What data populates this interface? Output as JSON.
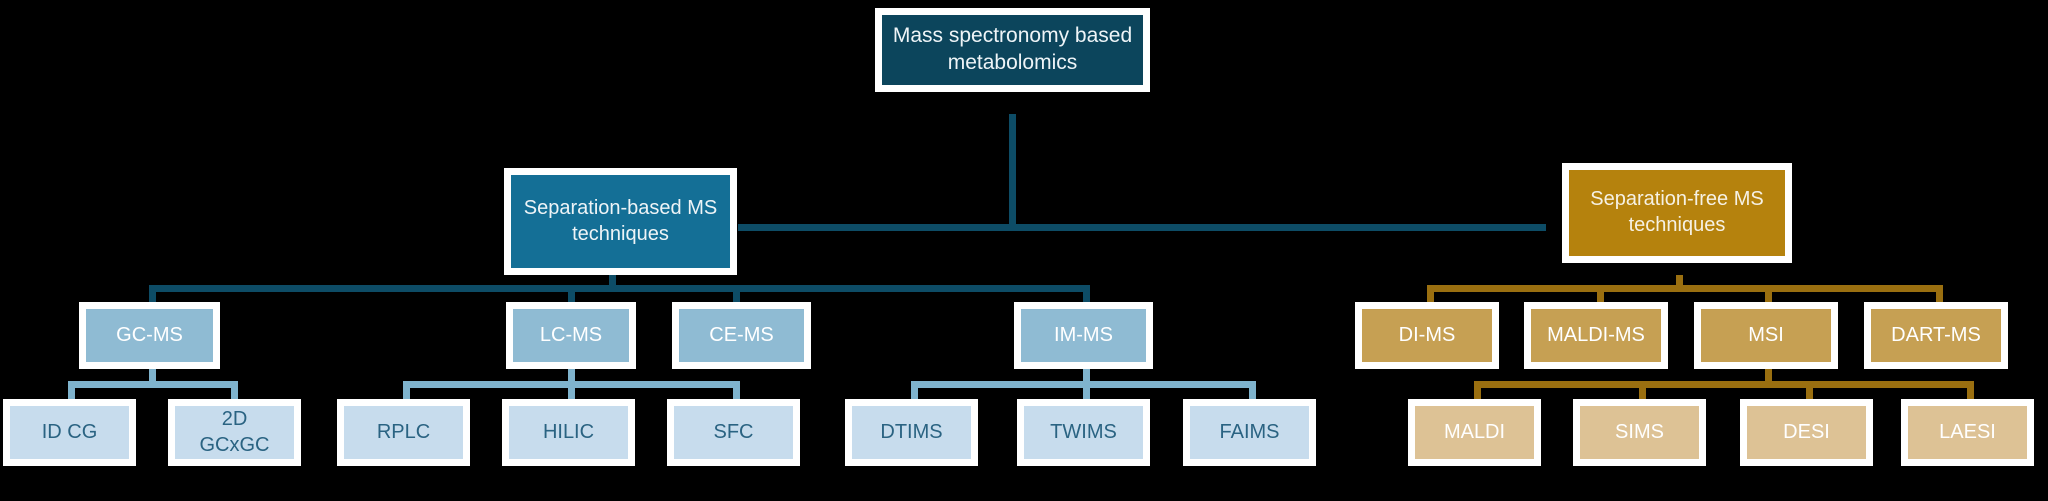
{
  "diagram": {
    "title_node": {
      "label": "Mass spectronomy based\nmetabolomics",
      "color": "#0c455c"
    },
    "branches": [
      {
        "key": "separation_based",
        "label": "Separation-based MS\ntechniques",
        "color": "#146f96",
        "children": [
          {
            "label": "GC-MS",
            "color": "#8FBBD3",
            "children": [
              {
                "label": "ID CG",
                "color": "#c7dced"
              },
              {
                "label": "2D\nGCxGC",
                "color": "#c7dced"
              }
            ]
          },
          {
            "label": "LC-MS",
            "color": "#8FBBD3",
            "children": [
              {
                "label": "RPLC",
                "color": "#c7dced"
              },
              {
                "label": "HILIC",
                "color": "#c7dced"
              },
              {
                "label": "SFC",
                "color": "#c7dced"
              }
            ]
          },
          {
            "label": "CE-MS",
            "color": "#8FBBD3",
            "children": []
          },
          {
            "label": "IM-MS",
            "color": "#8FBBD3",
            "children": [
              {
                "label": "DTIMS",
                "color": "#c7dced"
              },
              {
                "label": "TWIMS",
                "color": "#c7dced"
              },
              {
                "label": "FAIMS",
                "color": "#c7dced"
              }
            ]
          }
        ]
      },
      {
        "key": "separation_free",
        "label": "Separation-free MS\ntechniques",
        "color": "#b5820d",
        "children": [
          {
            "label": "DI-MS",
            "color": "#c6a053",
            "children": []
          },
          {
            "label": "MALDI-MS",
            "color": "#c6a053",
            "children": []
          },
          {
            "label": "MSI",
            "color": "#c6a053",
            "children": [
              {
                "label": "MALDI",
                "color": "#ddc295"
              },
              {
                "label": "SIMS",
                "color": "#ddc295"
              },
              {
                "label": "DESI",
                "color": "#ddc295"
              },
              {
                "label": "LAESI",
                "color": "#ddc295"
              }
            ]
          },
          {
            "label": "DART-MS",
            "color": "#c6a053",
            "children": []
          }
        ]
      }
    ],
    "palette": {
      "background": "#000000",
      "root_fill": "#0c455c",
      "blue_l2_fill": "#146f96",
      "blue_l3_fill": "#8FBBD3",
      "blue_l4_fill": "#c7dced",
      "gold_l2_fill": "#b5820d",
      "gold_l3_fill": "#c6a053",
      "gold_l4_fill": "#ddc295",
      "connector_dark": "#0d4c66",
      "connector_mid": "#7FB3CD",
      "connector_gold": "#9a6f10",
      "connector_gold_light": "#c9a24a",
      "box_border": "#ffffff"
    }
  }
}
